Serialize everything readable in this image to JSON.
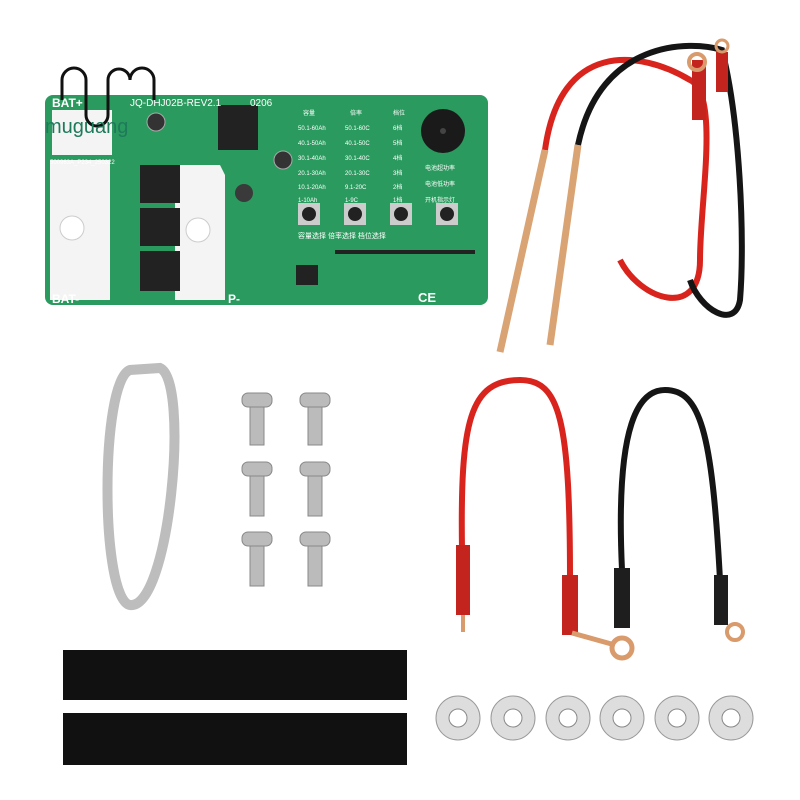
{
  "watermark": "muguang",
  "pcb": {
    "bat_plus": "BAT+",
    "bat_minus": "BAT-",
    "p_minus": "P-",
    "model": "JQ-DHJ02B-REV2.1",
    "code": "0206",
    "serial": "500963A_P234_250322",
    "ce_mark": "CE",
    "columns": [
      {
        "header": "容量",
        "items": [
          "50.1-60Ah",
          "40.1-50Ah",
          "30.1-40Ah",
          "20.1-30Ah",
          "10.1-20Ah",
          "1-10Ah"
        ]
      },
      {
        "header": "倍率",
        "items": [
          "50.1-60C",
          "40.1-50C",
          "30.1-40C",
          "20.1-30C",
          "9.1-20C",
          "1-9C"
        ]
      },
      {
        "header": "档位",
        "items": [
          "6档",
          "5档",
          "4档",
          "3档",
          "2档",
          "1档"
        ]
      }
    ],
    "indicators": [
      "电池超功率",
      "电池低功率",
      "开机指示灯"
    ],
    "button_labels": "容量选择 倍率选择 档位选择"
  },
  "colors": {
    "pcb": "#2b9a5e",
    "red_wire": "#d8241c",
    "black_wire": "#151515",
    "copper": "#d99a6c"
  }
}
